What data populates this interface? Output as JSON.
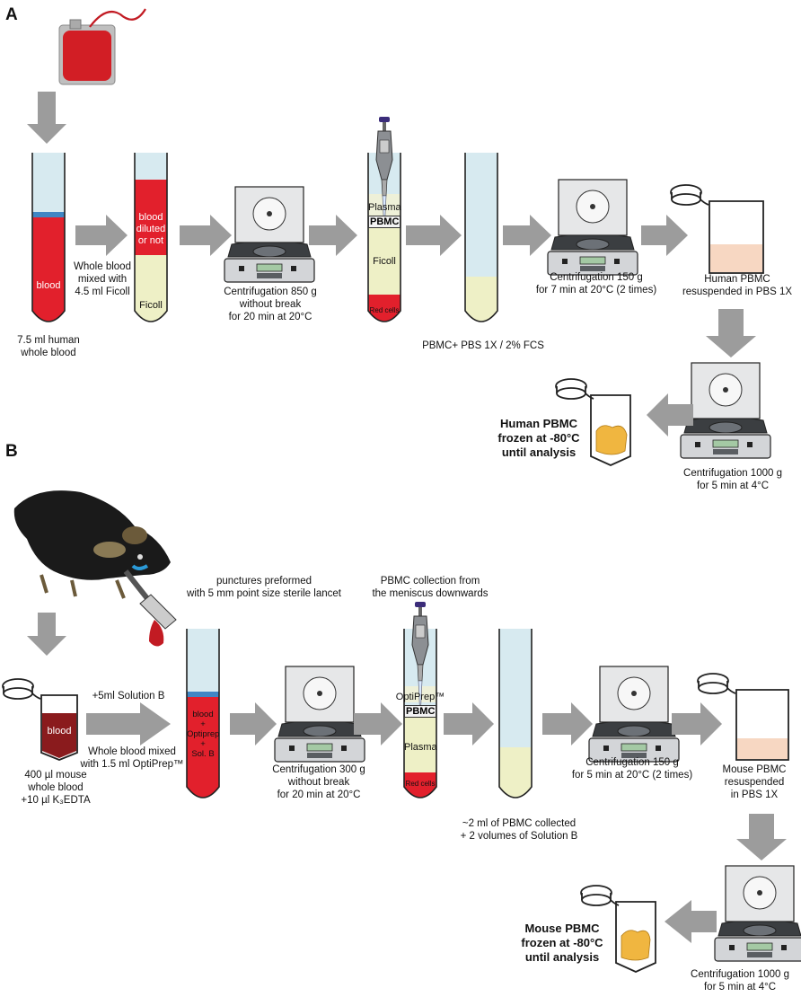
{
  "panel_a": {
    "letter": "A",
    "source_label": "7.5 ml human\nwhole blood",
    "tube_blood": "blood",
    "step_mix": "Whole blood\nmixed with\n4.5 ml Ficoll",
    "tube2_top": "blood\ndiluted\nor not",
    "tube2_bottom": "Ficoll",
    "centrifuge1": "Centrifugation 850 g\nwithout break\nfor 20 min at 20°C",
    "tube3_plasma": "Plasma",
    "tube3_pbmc": "PBMC",
    "tube3_ficoll": "Ficoll",
    "tube3_red": "Red cells",
    "tube4_label": "PBMC+ PBS 1X / 2% FCS",
    "centrifuge2": "Centrifugation 150 g\nfor 7 min at 20°C (2 times)",
    "resuspend": "Human PBMC\nresuspended in PBS 1X",
    "centrifuge3": "Centrifugation 1000 g\nfor 5 min at 4°C",
    "frozen": "Human PBMC\nfrozen at -80°C\nuntil analysis"
  },
  "panel_b": {
    "letter": "B",
    "lancet": "punctures preformed\nwith 5 mm point size sterile lancet",
    "tube_blood": "blood",
    "source_label": "400 µl mouse\nwhole blood\n+10 µl K₃EDTA",
    "step_add": "+5ml Solution B",
    "step_mix": "Whole blood mixed\nwith 1.5 ml OptiPrep™",
    "tube2": "blood\n+\nOptiprep\n+\nSol. B",
    "centrifuge1": "Centrifugation 300 g\nwithout break\nfor 20 min at 20°C",
    "collection": "PBMC collection from\nthe meniscus downwards",
    "tube3_optiprep": "OptiPrep™",
    "tube3_pbmc": "PBMC",
    "tube3_plasma": "Plasma",
    "tube3_red": "Red cells",
    "tube4_label": "~2 ml of PBMC collected\n+ 2 volumes of Solution B",
    "centrifuge2": "Centrifugation 150 g\nfor 5 min at 20°C (2 times)",
    "resuspend": "Mouse PBMC\nresuspended\nin PBS 1X",
    "centrifuge3": "Centrifugation 1000 g\nfor 5 min at 4°C",
    "frozen": "Mouse PBMC\nfrozen at -80°C\nuntil analysis"
  },
  "colors": {
    "blood": "#e2202c",
    "dark_blood": "#8a1b1d",
    "plasma": "#cfe7ee",
    "ficoll": "#eef0c6",
    "optiprep_band": "#3f86c4",
    "arrow": "#9c9c9c",
    "centrifuge_body": "#d9dbdd",
    "pellet": "#f0b640",
    "resuspension": "#f7d7c2"
  }
}
